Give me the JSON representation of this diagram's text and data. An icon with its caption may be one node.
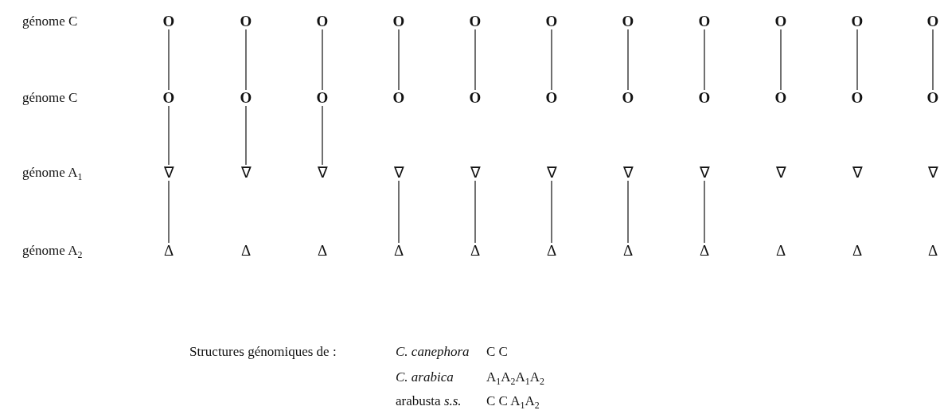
{
  "diagram": {
    "nodes": [
      {
        "text": [
          "O"
        ]
      },
      {
        "text": [
          "O"
        ]
      },
      {
        "text": [
          "O"
        ]
      },
      {
        "text": [
          "O"
        ]
      },
      {
        "text": [
          "O"
        ]
      },
      {
        "text": [
          "O"
        ]
      },
      {
        "text": [
          "O"
        ]
      },
      {
        "text": [
          "O"
        ]
      },
      {
        "text": [
          "O"
        ]
      },
      {
        "text": [
          "O"
        ]
      },
      {
        "text": [
          "O"
        ]
      },
      {
        "text": [
          "O"
        ]
      },
      {
        "text": [
          "O"
        ]
      },
      {
        "text": [
          "O"
        ]
      },
      {
        "text": [
          "O"
        ]
      },
      {
        "text": [
          "O"
        ]
      },
      {
        "text": [
          "O"
        ]
      },
      {
        "text": [
          "O"
        ]
      },
      {
        "text": [
          "O"
        ]
      },
      {
        "text": [
          "O"
        ]
      },
      {
        "text": [
          "O"
        ]
      },
      {
        "text": [
          "O"
        ]
      },
      {
        "text": [
          "∇"
        ]
      },
      {
        "text": [
          "∇"
        ]
      },
      {
        "text": [
          "∇"
        ]
      },
      {
        "text": [
          "∇"
        ]
      },
      {
        "text": [
          "∇"
        ]
      },
      {
        "text": [
          "∇"
        ]
      },
      {
        "text": [
          "∇"
        ]
      },
      {
        "text": [
          "∇"
        ]
      },
      {
        "text": [
          "∇"
        ]
      },
      {
        "text": [
          "∇"
        ]
      },
      {
        "text": [
          "∇"
        ]
      },
      {
        "text": [
          "Δ"
        ]
      },
      {
        "text": [
          "Δ"
        ]
      },
      {
        "text": [
          "Δ"
        ]
      },
      {
        "text": [
          "Δ"
        ]
      },
      {
        "text": [
          "Δ"
        ]
      },
      {
        "text": [
          "Δ"
        ]
      },
      {
        "text": [
          "Δ"
        ]
      },
      {
        "text": [
          "Δ"
        ]
      },
      {
        "text": [
          "Δ"
        ]
      },
      {
        "text": [
          "Δ"
        ]
      },
      {
        "text": [
          "Δ"
        ]
      }
    ],
    "edges": [
      {
        "from": 0,
        "to": 11,
        "arrow": "none"
      },
      {
        "from": 1,
        "to": 12,
        "arrow": "none"
      },
      {
        "from": 2,
        "to": 13,
        "arrow": "none"
      },
      {
        "from": 3,
        "to": 14,
        "arrow": "none"
      },
      {
        "from": 4,
        "to": 15,
        "arrow": "none"
      },
      {
        "from": 5,
        "to": 16,
        "arrow": "none"
      },
      {
        "from": 6,
        "to": 17,
        "arrow": "none"
      },
      {
        "from": 7,
        "to": 18,
        "arrow": "none"
      },
      {
        "from": 8,
        "to": 19,
        "arrow": "none"
      },
      {
        "from": 9,
        "to": 20,
        "arrow": "none"
      },
      {
        "from": 10,
        "to": 21,
        "arrow": "none"
      },
      {
        "from": 11,
        "to": 22,
        "arrow": "none"
      },
      {
        "from": 12,
        "to": 23,
        "arrow": "none"
      },
      {
        "from": 13,
        "to": 24,
        "arrow": "none"
      },
      {
        "from": 22,
        "to": 33,
        "arrow": "none"
      },
      {
        "from": 25,
        "to": 36,
        "arrow": "none"
      },
      {
        "from": 26,
        "to": 37,
        "arrow": "none"
      },
      {
        "from": 27,
        "to": 38,
        "arrow": "none"
      },
      {
        "from": 28,
        "to": 39,
        "arrow": "none"
      },
      {
        "from": 29,
        "to": 40,
        "arrow": "none"
      }
    ],
    "labels": [
      "génome C",
      "génome C",
      "génome A$_{1}$",
      "génome A$_{2}$",
      "Structures génomiques de :",
      "C. canephora",
      "C C",
      "C. arabica",
      "A$_{1}$A$_{2}$A$_{1}$A$_{2}$",
      "arabusta *s.s.*",
      "C C A$_{1}$A$_{2}$"
    ]
  }
}
